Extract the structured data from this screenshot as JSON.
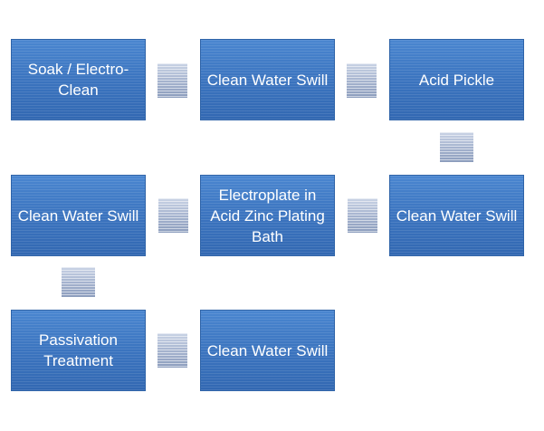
{
  "diagram": {
    "steps": [
      {
        "label": "Soak / Electro-Clean"
      },
      {
        "label": "Clean Water Swill"
      },
      {
        "label": "Acid Pickle"
      },
      {
        "label": "Clean Water Swill"
      },
      {
        "label": "Electroplate in Acid Zinc Plating Bath"
      },
      {
        "label": "Clean Water Swill"
      },
      {
        "label": "Passivation Treatment"
      },
      {
        "label": "Clean Water Swill"
      }
    ],
    "colors": {
      "box": "#3d78c4",
      "box_border": "#2e63a8",
      "connector": "#9aaac6",
      "text": "#ffffff"
    }
  }
}
